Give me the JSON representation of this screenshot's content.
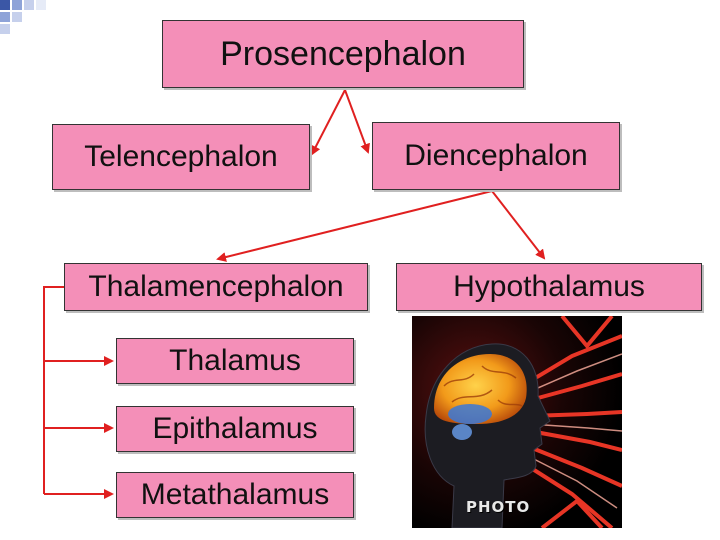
{
  "diagram": {
    "root": {
      "label": "Prosencephalon"
    },
    "level1": [
      {
        "id": "telencephalon",
        "label": "Telencephalon"
      },
      {
        "id": "diencephalon",
        "label": "Diencephalon"
      }
    ],
    "level2": [
      {
        "id": "thalamencephalon",
        "label": "Thalamencephalon"
      },
      {
        "id": "hypothalamus",
        "label": "Hypothalamus"
      }
    ],
    "level3": [
      {
        "id": "thalamus",
        "label": "Thalamus"
      },
      {
        "id": "epithalamus",
        "label": "Epithalamus"
      },
      {
        "id": "metathalamus",
        "label": "Metathalamus"
      }
    ],
    "edges": [
      {
        "from": "prosencephalon",
        "to": "telencephalon"
      },
      {
        "from": "prosencephalon",
        "to": "diencephalon"
      },
      {
        "from": "diencephalon",
        "to": "thalamencephalon"
      },
      {
        "from": "diencephalon",
        "to": "hypothalamus"
      },
      {
        "from": "thalamencephalon",
        "to": "thalamus"
      },
      {
        "from": "thalamencephalon",
        "to": "epithalamus"
      },
      {
        "from": "thalamencephalon",
        "to": "metathalamus"
      }
    ]
  },
  "image": {
    "subject": "human head profile with brain and light rays",
    "caption": "PHOTO"
  },
  "colors": {
    "box_fill": "#f48fb8",
    "arrow": "#e02020",
    "corner_blue": "#3b57a6"
  }
}
